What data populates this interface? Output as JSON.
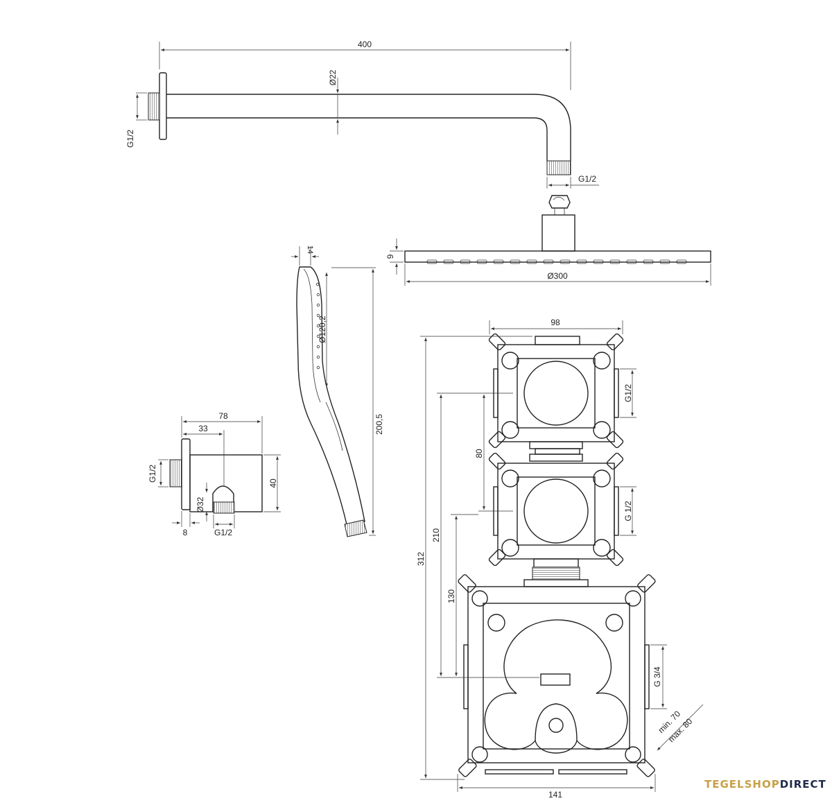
{
  "dimensions": {
    "arm_length": "400",
    "arm_diameter": "Ø22",
    "wall_thread": "G1/2",
    "arm_outlet_thread": "G1/2",
    "head_height": "9",
    "head_diameter": "Ø300",
    "handset_top": "14",
    "handset_head_diameter": "Ø120,2",
    "handset_length": "200,5",
    "elbow_total": "78",
    "elbow_offset": "33",
    "elbow_thread_left": "G1/2",
    "elbow_height": "40",
    "elbow_diameter": "Ø32",
    "elbow_flange": "8",
    "elbow_outlet_thread": "G1/2",
    "box_width_top": "98",
    "upper_thread": "G1/2",
    "middle_thread": "G 1/2",
    "spacing": "80",
    "total_height": "312",
    "height_210": "210",
    "height_130": "130",
    "bottom_thread": "G 3/4",
    "depth_range": [
      "min. 70",
      "max. 80"
    ],
    "box_width_bottom": "141"
  },
  "brand": {
    "part1": "TEGELSHOP",
    "part2": "DIRECT"
  }
}
